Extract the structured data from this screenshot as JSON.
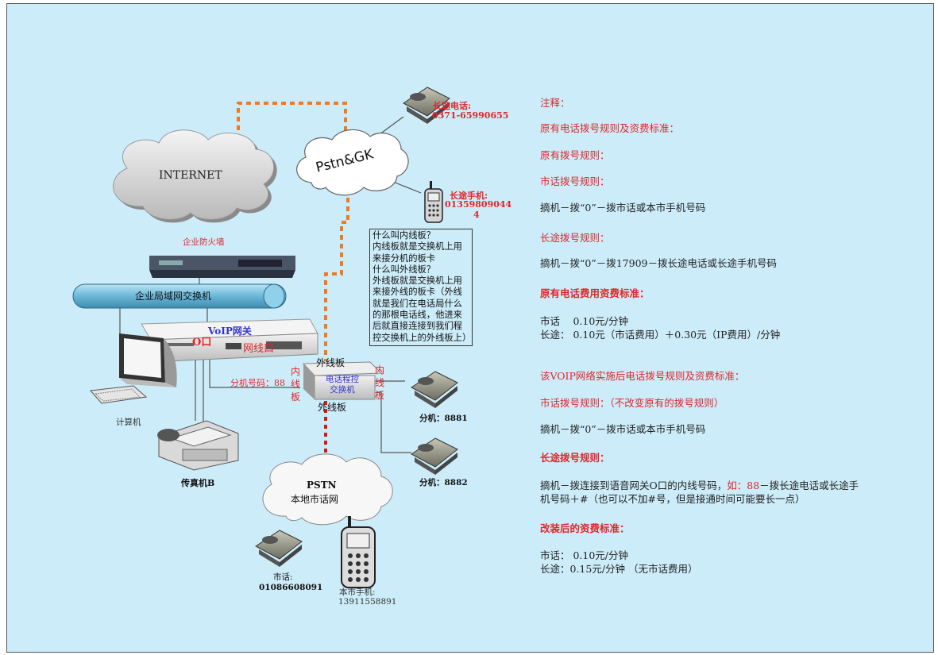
{
  "diagram": {
    "internet": "INTERNET",
    "pstn_gk": "Pstn&GK",
    "firewall": "企业防火墙",
    "lan_switch": "企业局域网交换机",
    "voip_gateway": "VoIP网关",
    "o_port": "O口",
    "wan_port": "网线口",
    "computer": "计算机",
    "fax": "传真机B",
    "extension_number": "分机号码：88",
    "pbx": [
      "电话程控",
      "交换机"
    ],
    "outer_board_top": "外线板",
    "outer_board_bottom": "外线板",
    "inner_board_left": [
      "内",
      "线",
      "板"
    ],
    "inner_board_right": [
      "内",
      "线",
      "板"
    ],
    "ext_8881": "分机：8881",
    "ext_8882": "分机：8882",
    "pstn": "PSTN",
    "local_network": "本地市话网",
    "local_phone_label": "市话:",
    "local_phone_number": "01086608091",
    "local_mobile_label": "本市手机:",
    "local_mobile_number": "13911558891",
    "long_phone_label": "长途电话:",
    "long_phone_number": "0371-65990655",
    "long_mobile_label": "长途手机:",
    "long_mobile_number_1": "01359809044",
    "long_mobile_number_2": "4"
  },
  "infobox": [
    "什么叫内线板？",
    "内线板就是交换机上用来接分机的板卡",
    "什么叫外线板？",
    "外线板就是交换机上用来接外线的板卡（外线就是我们在电话局什么的那根电话线，他进来后就直接连接到我们程控交换机上的外线板上）"
  ],
  "notes": {
    "title": "注释：",
    "original_rules": "原有电话拨号规则及资费标准：",
    "original_dial": "原有拨号规则：",
    "local_dial": "市话拨号规则：",
    "local_dial_text": "摘机－拨“0”－拨市话或本市手机号码",
    "long_dial": "长途拨号规则：",
    "long_dial_text": "摘机－拨“0”－拨17909－拨长途电话或长途手机号码",
    "original_fee": "原有电话费用资费标准：",
    "fee_local": "市话　 0.10元/分钟",
    "fee_long": "长途： 0.10元（市话费用）＋0.30元（IP费用）/分钟",
    "voip_rules": "该VOIP网络实施后电话拨号规则及资费标准：",
    "voip_local_dial": "市话拨号规则：（不改变原有的拨号规则）",
    "voip_local_dial_text": "摘机－拨“0”－拨市话或本市手机号码",
    "voip_long_dial": "长途拨号规则：",
    "voip_long_text_1a": "摘机－拨连接到语音网关O口的内线号码，",
    "voip_long_text_1b": "如：88",
    "voip_long_text_1c": "－拨长途电话或长途手",
    "voip_long_text_2": "机号码＋#（也可以不加#号，但是接通时间可能要长一点）",
    "new_fee": "改装后的资费标准：",
    "new_fee_local": "市话： 0.10元/分钟",
    "new_fee_long": "长途：0.15元/分钟 （无市话费用）"
  },
  "colors": {
    "background": "#ccecf9",
    "accent_red": "#e0262a",
    "dashed_orange": "#f07a1e",
    "dashed_red": "#d81818",
    "lan_tube": "#6bb7d8",
    "voip_blue": "#3333cc"
  }
}
